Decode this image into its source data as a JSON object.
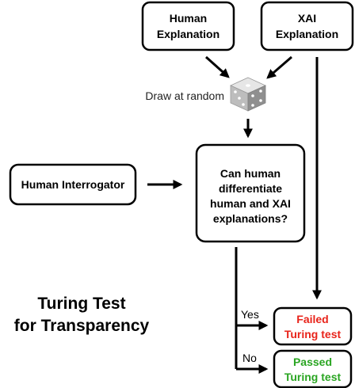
{
  "nodes": {
    "human_explanation": [
      "Human",
      "Explanation"
    ],
    "xai_explanation": [
      "XAI",
      "Explanation"
    ],
    "draw_label": "Draw at random",
    "interrogator": "Human Interrogator",
    "question": [
      "Can human",
      "differentiate",
      "human and XAI",
      "explanations?"
    ],
    "failed": [
      "Failed",
      "Turing test"
    ],
    "passed": [
      "Passed",
      "Turing test"
    ]
  },
  "edges": {
    "yes_label": "Yes",
    "no_label": "No"
  },
  "title": [
    "Turing Test",
    "for Transparency"
  ],
  "colors": {
    "failed": "#e8231a",
    "passed": "#2aa522",
    "stroke": "#000000",
    "die_face_top": "#e6e6e6",
    "die_face_left": "#bdbdbd",
    "die_face_right": "#8f8f8f"
  },
  "icons": {
    "die": "dice-icon"
  }
}
